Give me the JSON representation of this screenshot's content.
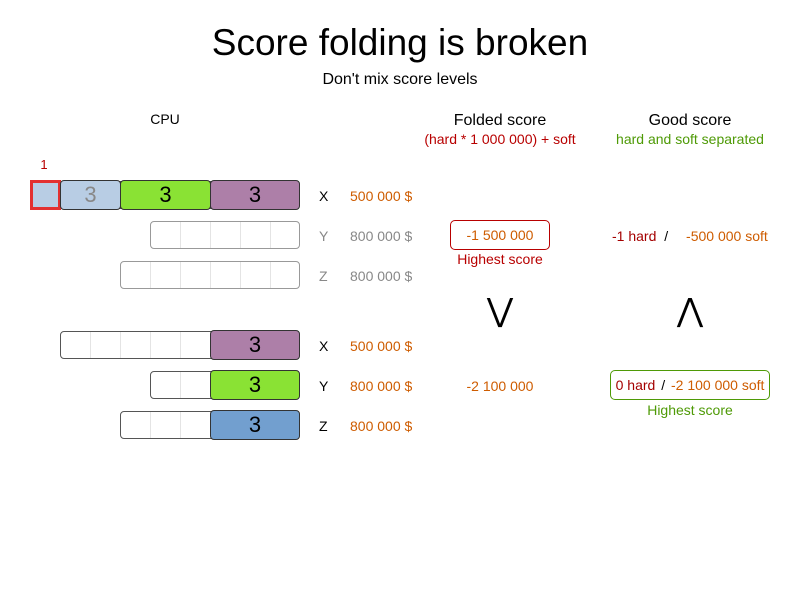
{
  "title": "Score folding is broken",
  "subtitle": "Don't mix score levels",
  "cpu_label": "CPU",
  "marker_value": "1",
  "folded": {
    "header": "Folded score",
    "formula": "(hard * 1 000 000) + soft",
    "top_score": "-1 500 000",
    "top_badge": "Highest score",
    "bottom_score": "-2 100 000",
    "comparison": "⋁"
  },
  "good": {
    "header": "Good score",
    "note": "hard and soft separated",
    "top_hard": "-1 hard",
    "top_sep": "/",
    "top_soft": "-500 000 soft",
    "bottom_hard": "0 hard",
    "bottom_sep": "/",
    "bottom_soft": "-2 100 000 soft",
    "bottom_badge": "Highest score",
    "comparison": "⋀"
  },
  "top_group": {
    "rows": [
      {
        "label": "X",
        "cost": "500 000 $",
        "blocks": [
          "3",
          "3",
          "3"
        ]
      },
      {
        "label": "Y",
        "cost": "800 000 $"
      },
      {
        "label": "Z",
        "cost": "800 000 $"
      }
    ]
  },
  "bottom_group": {
    "rows": [
      {
        "label": "X",
        "cost": "500 000 $",
        "block": "3"
      },
      {
        "label": "Y",
        "cost": "800 000 $",
        "block": "3"
      },
      {
        "label": "Z",
        "cost": "800 000 $",
        "block": "3"
      }
    ]
  },
  "colors": {
    "light_blue": "#b8cde4",
    "green": "#8ae234",
    "purple": "#ad7fa8",
    "blue": "#729fcf",
    "orange": "#ce5c00",
    "red": "#b80000",
    "overflow_red": "#e33030",
    "good_green": "#4e9a06"
  }
}
